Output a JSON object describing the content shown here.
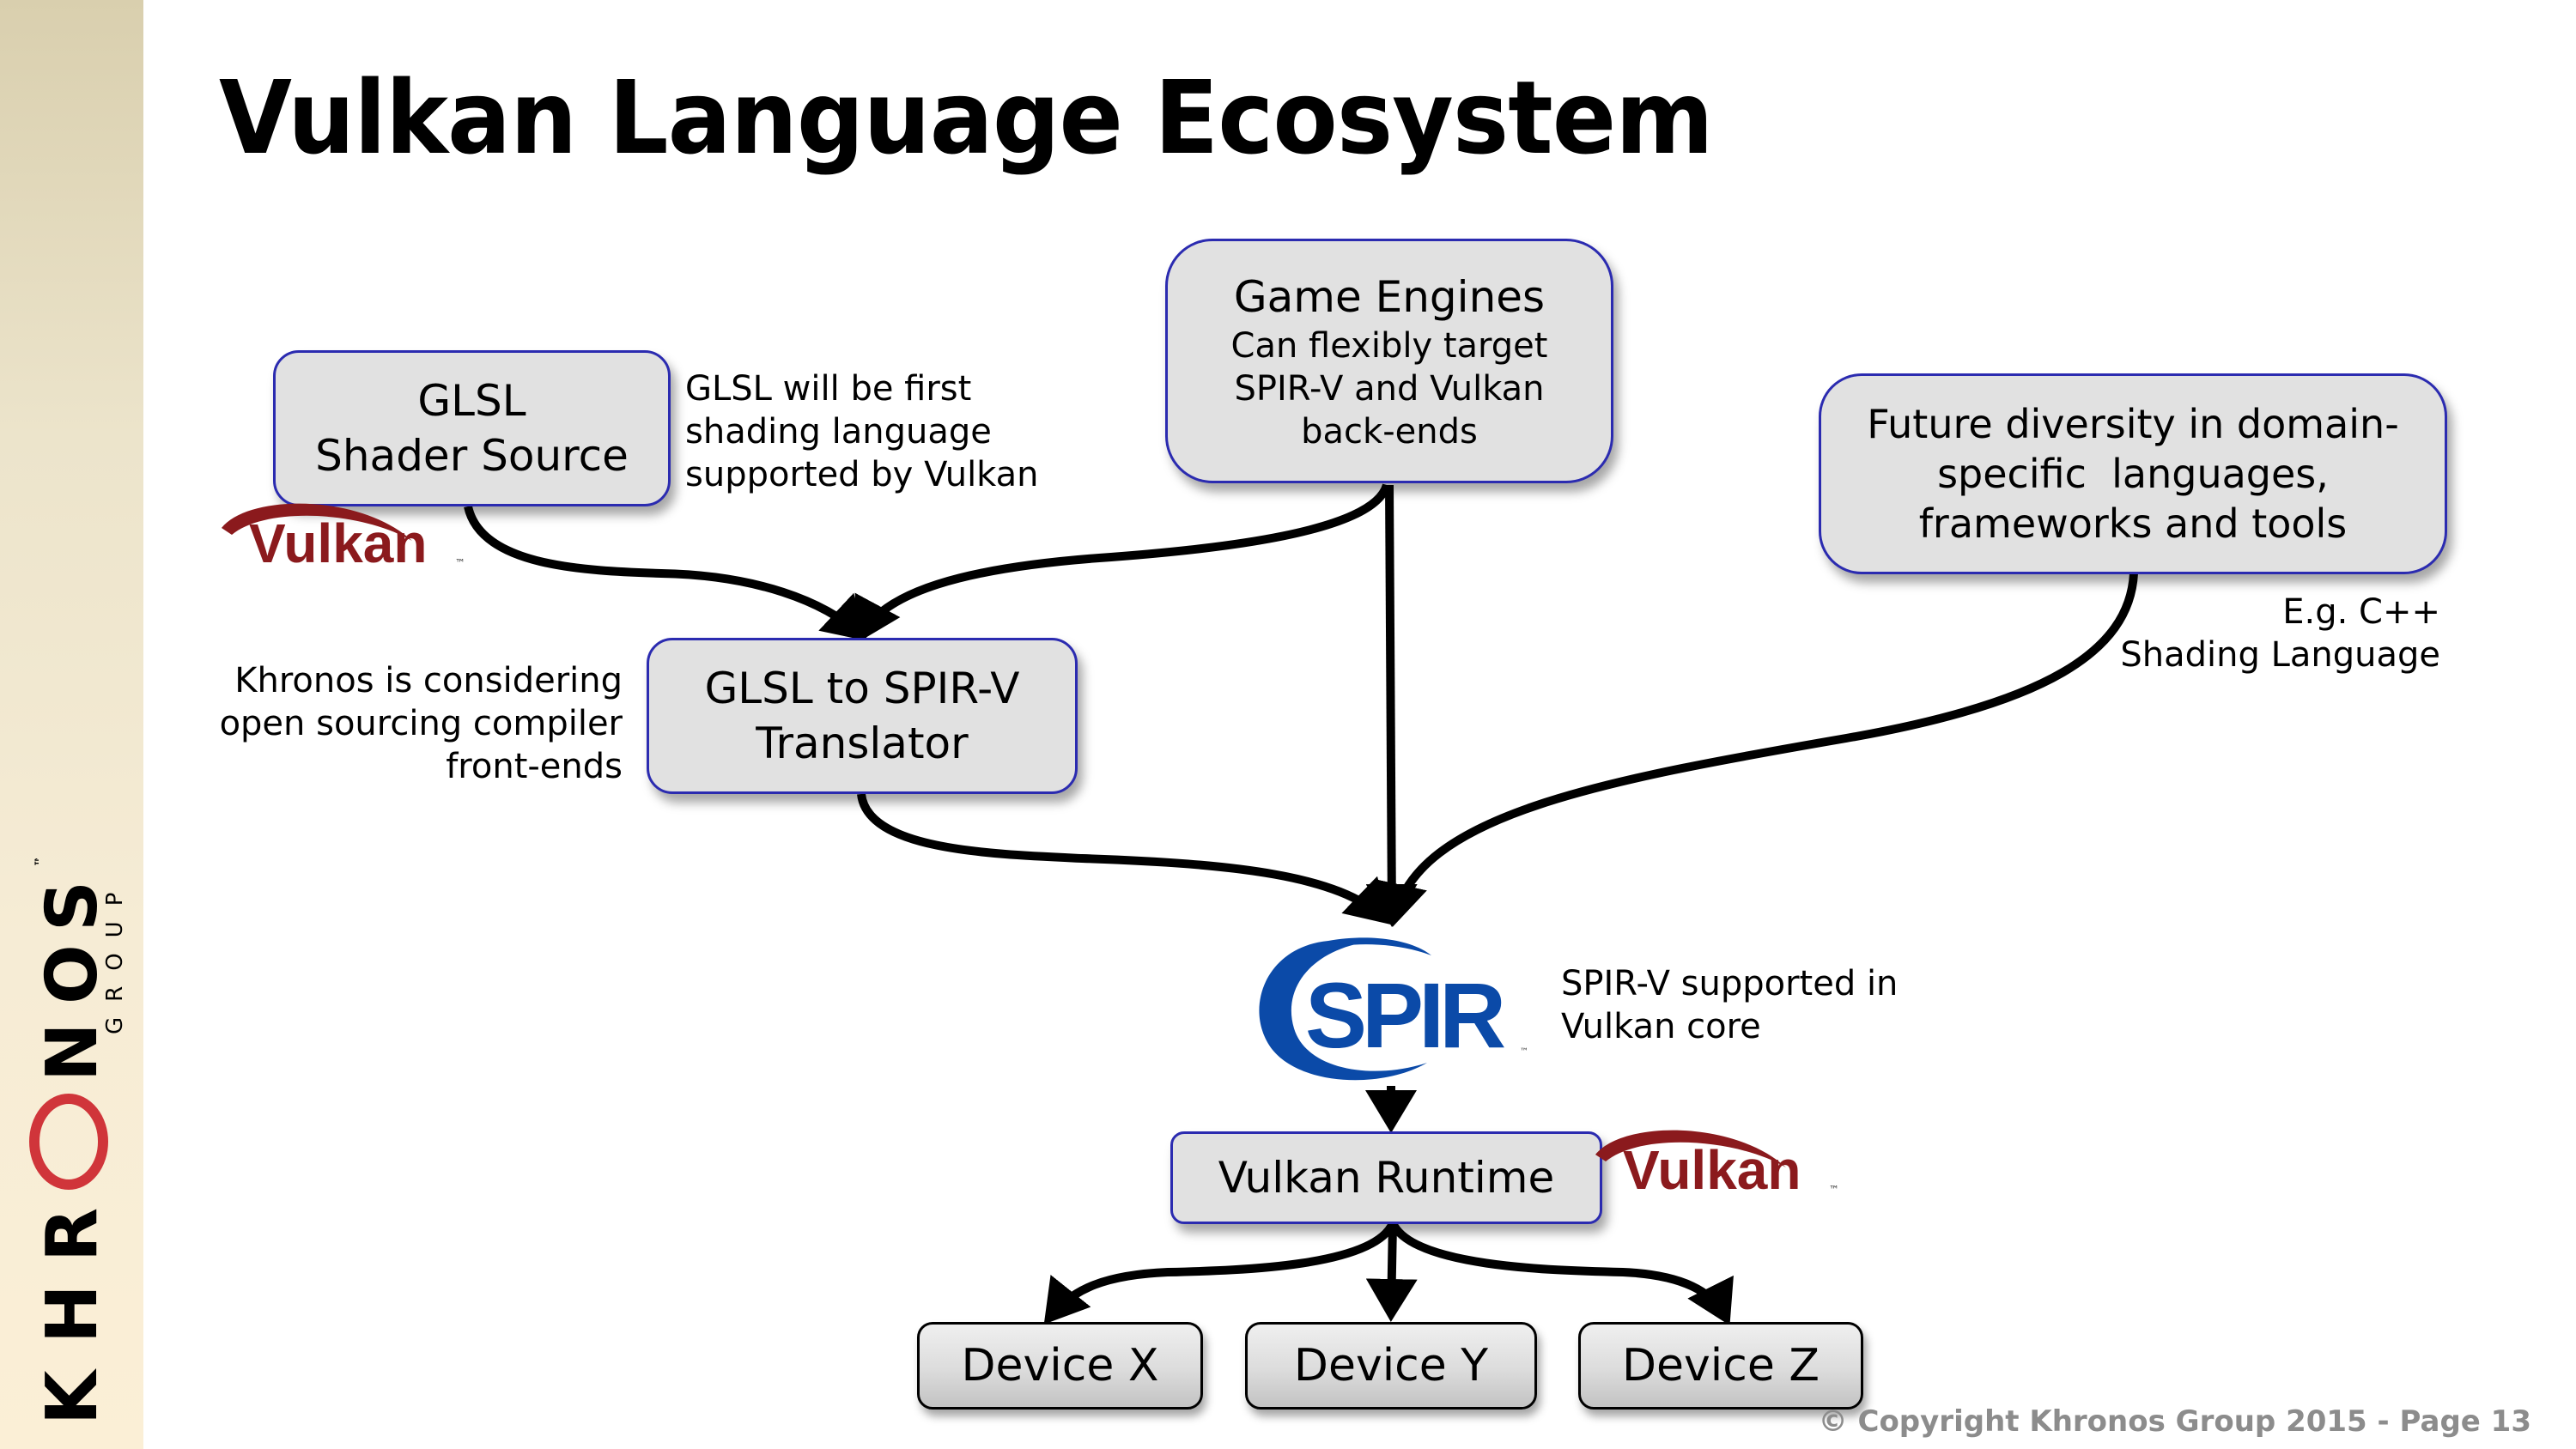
{
  "slide": {
    "title": "Vulkan Language Ecosystem",
    "footer": "© Copyright Khronos Group 2015 - Page 13"
  },
  "sidebar": {
    "logo_letters": [
      "K",
      "H",
      "R",
      "O",
      "N",
      "O",
      "S"
    ],
    "logo_sub": "GROUP",
    "trademark": "™",
    "accent_color": "#d0353a"
  },
  "nodes": {
    "glsl": {
      "line1": "GLSL",
      "line2": "Shader Source"
    },
    "game_engines": {
      "title": "Game Engines",
      "line1": "Can flexibly target",
      "line2": "SPIR-V and Vulkan",
      "line3": "back-ends"
    },
    "future": {
      "line1": "Future diversity in domain-",
      "line2": "specific  languages,",
      "line3": "frameworks and tools"
    },
    "translator": {
      "line1": "GLSL to SPIR-V",
      "line2": "Translator"
    },
    "runtime": {
      "label": "Vulkan Runtime"
    },
    "devices": [
      {
        "label": "Device X"
      },
      {
        "label": "Device Y"
      },
      {
        "label": "Device Z"
      }
    ]
  },
  "notes": {
    "glsl_note": [
      "GLSL will be first",
      "shading language",
      "supported by Vulkan"
    ],
    "khronos_note": [
      "Khronos is considering",
      "open sourcing compiler",
      "front-ends"
    ],
    "future_note": [
      "E.g. C++",
      "Shading Language"
    ],
    "spir_note": [
      "SPIR-V supported in",
      "Vulkan core"
    ]
  },
  "logos": {
    "vulkan": {
      "text": "Vulkan",
      "tm": "™",
      "color": "#8b1a1d"
    },
    "spir": {
      "text": "SPIR",
      "tm": "™",
      "color": "#0b4aa8"
    }
  },
  "colors": {
    "box_border": "#2b2bb0",
    "box_fill": "#e1e1e1",
    "footer_text": "#8c8c8c"
  }
}
